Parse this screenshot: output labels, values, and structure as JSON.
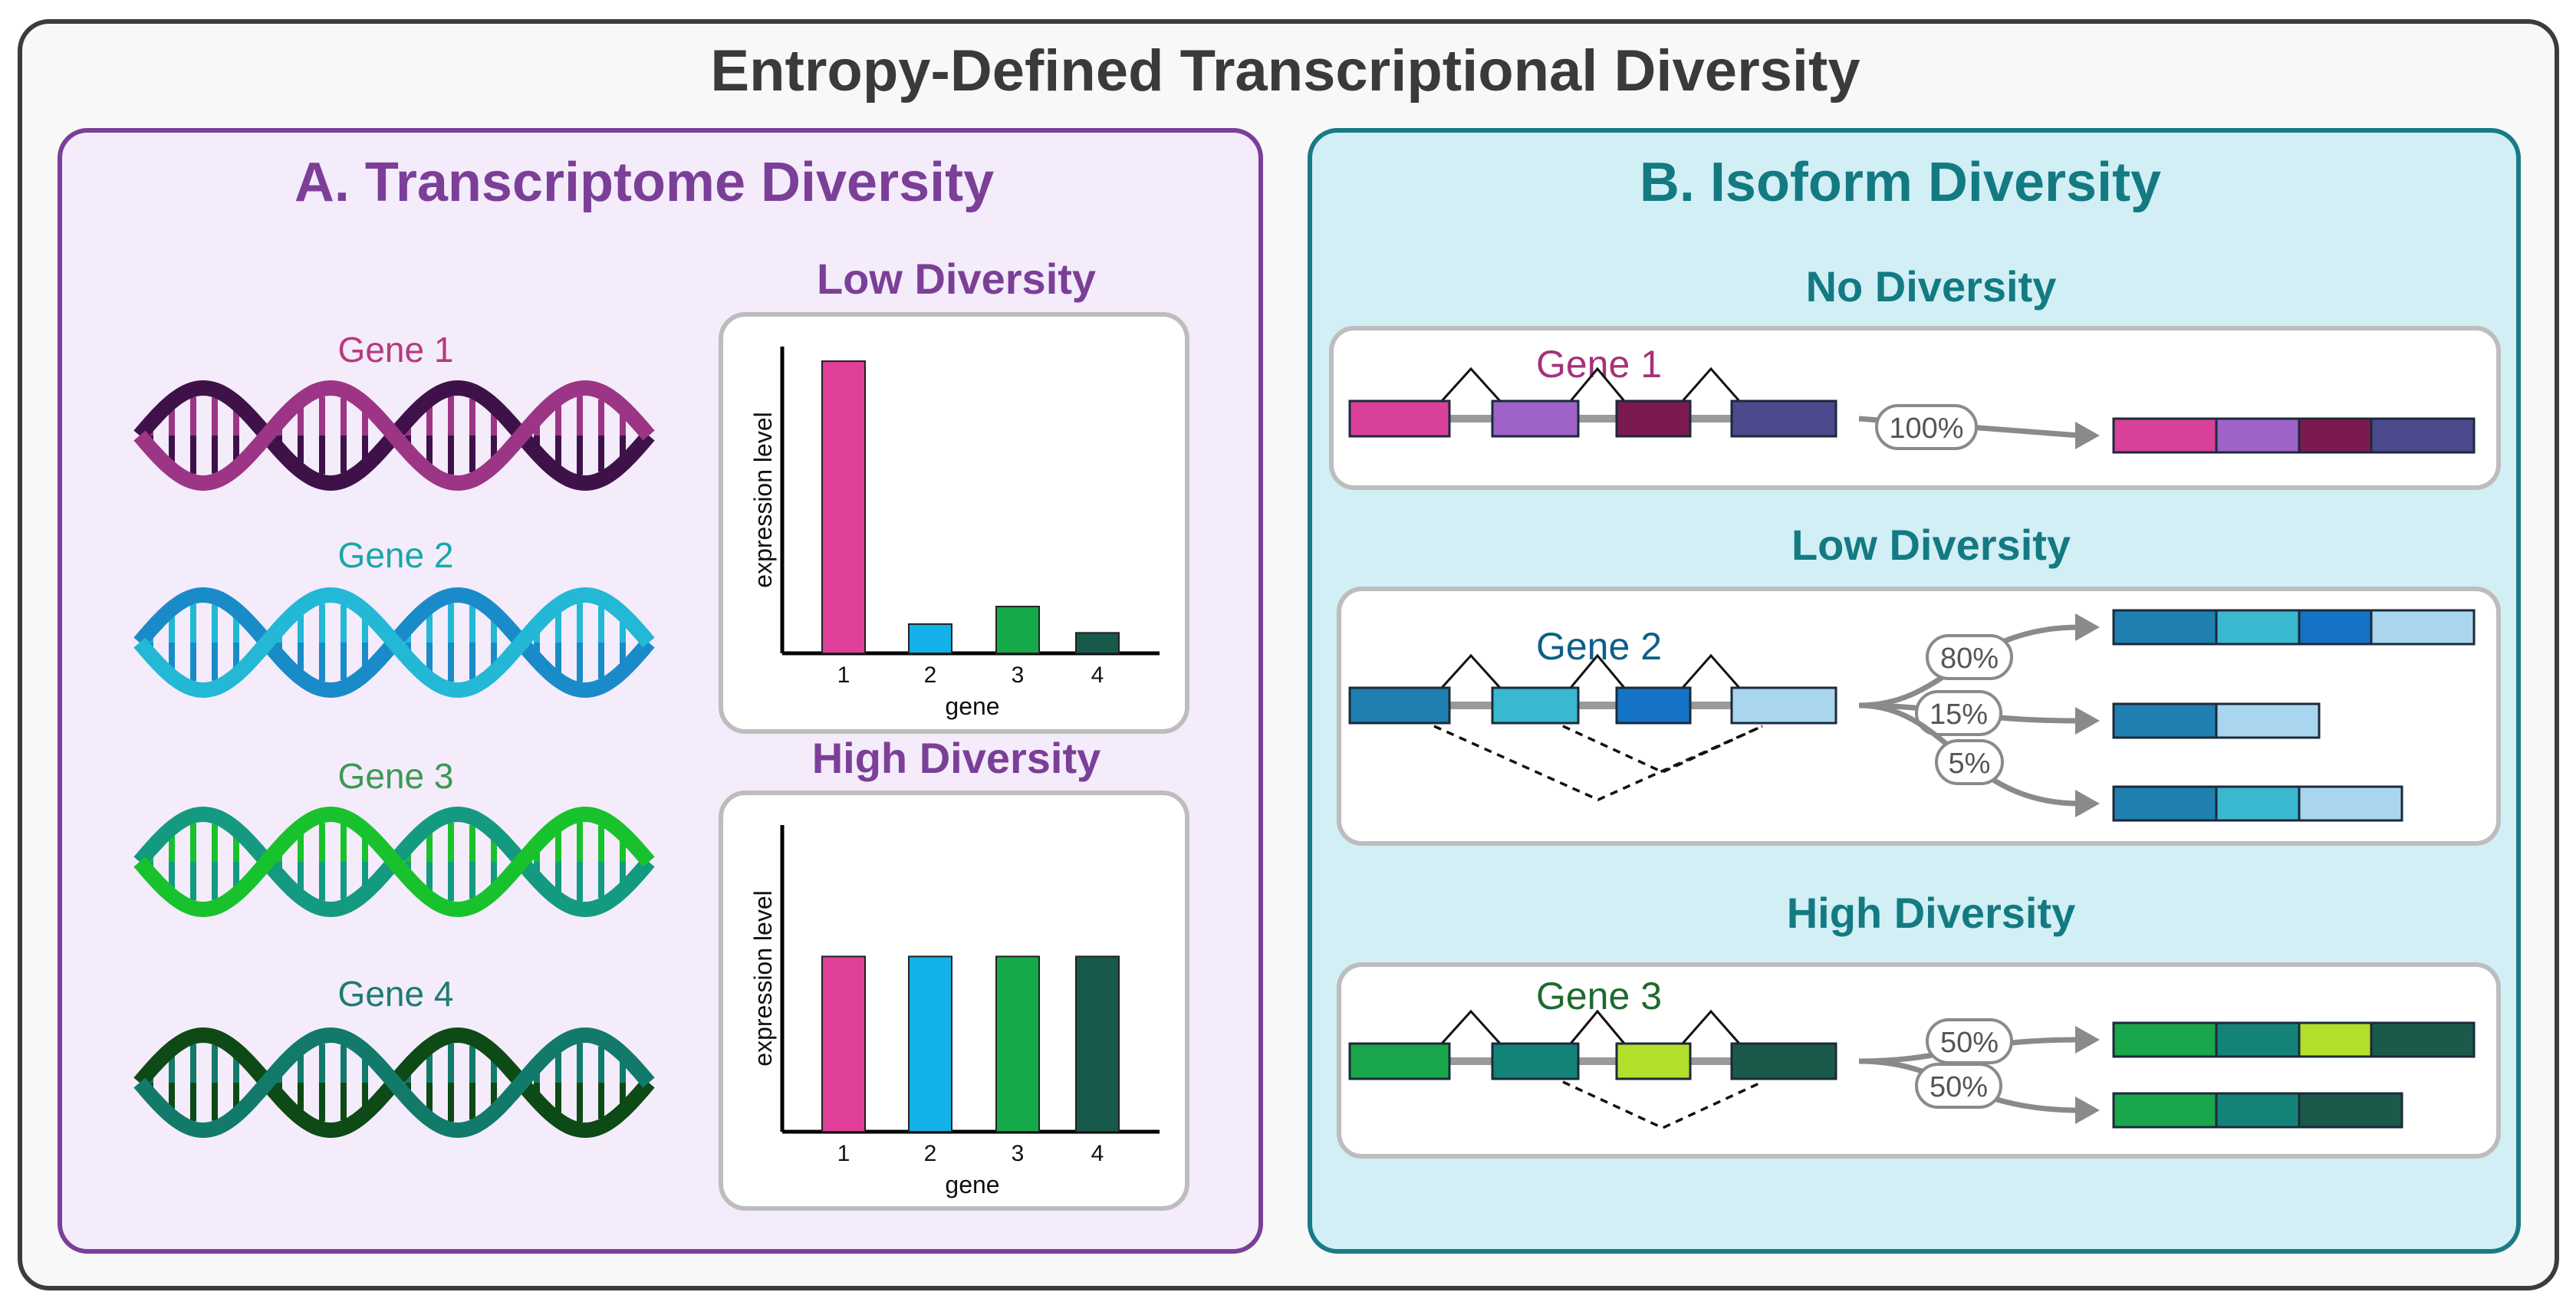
{
  "title": "Entropy-Defined Transcriptional Diversity",
  "colors": {
    "frame_border": "#3c3c3c",
    "frame_fill": "#f8f8f8",
    "panel_a_border": "#7b3f98",
    "panel_a_fill": "#f4ebfb",
    "panel_a_title": "#7b3f98",
    "panel_b_border": "#1a7a86",
    "panel_b_fill": "#d1eff5",
    "panel_b_title": "#137a82",
    "box_border": "#bdbdbd",
    "pink": "#e0409a",
    "blue": "#13b1ea",
    "green": "#15a94a",
    "darkgreen": "#17594a"
  },
  "panel_a": {
    "title": "A. Transcriptome Diversity",
    "genes": [
      {
        "label": "Gene 1",
        "label_color": "#b73a7c",
        "strand1": "#9c3585",
        "strand2": "#3e1249",
        "icon": "dna-icon"
      },
      {
        "label": "Gene 2",
        "label_color": "#17a8a8",
        "strand1": "#22b8d6",
        "strand2": "#1a8bc9",
        "icon": "dna-icon"
      },
      {
        "label": "Gene 3",
        "label_color": "#3a9a54",
        "strand1": "#18c22c",
        "strand2": "#149a80",
        "icon": "dna-icon"
      },
      {
        "label": "Gene 4",
        "label_color": "#1d7b72",
        "strand1": "#127a6a",
        "strand2": "#0d4a15",
        "icon": "dna-icon"
      }
    ],
    "charts_titles": {
      "low": "Low Diversity",
      "high": "High Diversity"
    }
  },
  "chart_data": [
    {
      "type": "bar",
      "title": "Low Diversity",
      "xlabel": "gene",
      "ylabel": "expression level",
      "categories": [
        "1",
        "2",
        "3",
        "4"
      ],
      "values": [
        1.0,
        0.1,
        0.16,
        0.07
      ],
      "colors": [
        "#e0409a",
        "#13b1ea",
        "#15a94a",
        "#17594a"
      ],
      "ylim": [
        0,
        1.05
      ]
    },
    {
      "type": "bar",
      "title": "High Diversity",
      "xlabel": "gene",
      "ylabel": "expression level",
      "categories": [
        "1",
        "2",
        "3",
        "4"
      ],
      "values": [
        0.6,
        0.6,
        0.6,
        0.6
      ],
      "colors": [
        "#e0409a",
        "#13b1ea",
        "#15a94a",
        "#17594a"
      ],
      "ylim": [
        0,
        1.05
      ]
    }
  ],
  "panel_b": {
    "title": "B. Isoform Diversity",
    "sections": [
      {
        "heading": "No Diversity",
        "gene_label": "Gene 1",
        "gene_color": "#a63278",
        "exons": [
          "#d8409a",
          "#9e62c8",
          "#7b1a4e",
          "#4c4a8c"
        ],
        "isoforms": [
          {
            "percent": "100%",
            "exons": [
              0,
              1,
              2,
              3
            ]
          }
        ],
        "skips": []
      },
      {
        "heading": "Low Diversity",
        "gene_label": "Gene 2",
        "gene_color": "#0e5f8a",
        "exons": [
          "#1f7fb0",
          "#3ab8d0",
          "#1473c6",
          "#a9d5ef"
        ],
        "isoforms": [
          {
            "percent": "80%",
            "exons": [
              0,
              1,
              2,
              3
            ]
          },
          {
            "percent": "15%",
            "exons": [
              0,
              3
            ]
          },
          {
            "percent": "5%",
            "exons": [
              0,
              1,
              3
            ]
          }
        ],
        "skips": [
          [
            0,
            3
          ],
          [
            1,
            3
          ]
        ]
      },
      {
        "heading": "High Diversity",
        "gene_label": "Gene 3",
        "gene_color": "#1d6b2f",
        "exons": [
          "#1aa64a",
          "#148377",
          "#b2de2c",
          "#1b5a4a"
        ],
        "isoforms": [
          {
            "percent": "50%",
            "exons": [
              0,
              1,
              2,
              3
            ]
          },
          {
            "percent": "50%",
            "exons": [
              0,
              1,
              3
            ]
          }
        ],
        "skips": [
          [
            1,
            3
          ]
        ]
      }
    ]
  }
}
